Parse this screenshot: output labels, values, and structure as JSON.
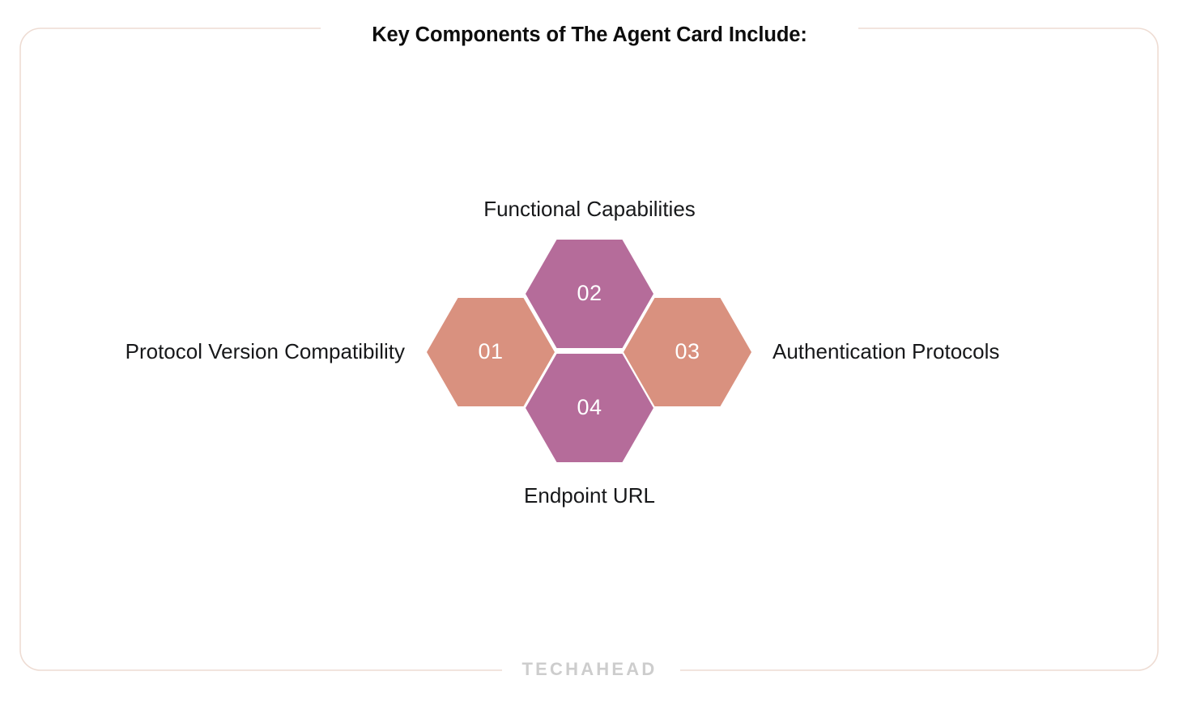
{
  "page": {
    "title": "Key Components of The Agent Card Include:",
    "background_color": "#FFFFFF",
    "frame_color": "#EEDCD3",
    "watermark": "TECHAHEAD",
    "watermark_color": "#CDCDCD"
  },
  "colors": {
    "hex_orange": "#D9917F",
    "hex_purple": "#B56C9A",
    "number_text": "#FFFFFF",
    "label_text": "#17181A",
    "title_text": "#0D0D0D"
  },
  "diagram": {
    "type": "hexagon-cluster",
    "items": [
      {
        "number": "01",
        "label": "Protocol Version Compatibility",
        "color": "#D9917F",
        "position": "left"
      },
      {
        "number": "02",
        "label": "Functional Capabilities",
        "color": "#B56C9A",
        "position": "top"
      },
      {
        "number": "03",
        "label": "Authentication Protocols",
        "color": "#D9917F",
        "position": "right"
      },
      {
        "number": "04",
        "label": "Endpoint URL",
        "color": "#B56C9A",
        "position": "bottom"
      }
    ]
  }
}
